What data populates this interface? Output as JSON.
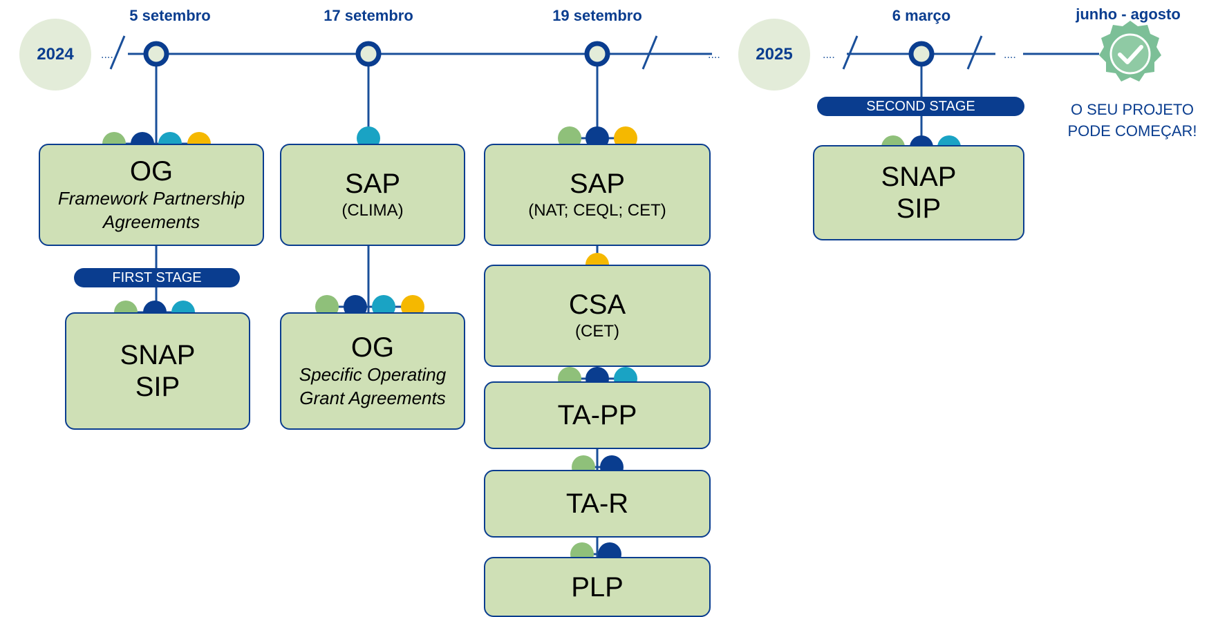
{
  "colors": {
    "line": "#1a4f9a",
    "green": "#8fc07a",
    "navy": "#0a3d8f",
    "teal": "#1aa3c4",
    "amber": "#f5b800",
    "box": "#cfe0b6",
    "badge": "#7cbf97"
  },
  "years": {
    "y2024": "2024",
    "y2025": "2025"
  },
  "dates": {
    "d1": "5 setembro",
    "d2": "17 setembro",
    "d3": "19 setembro",
    "d4": "6 março",
    "d5": "junho - agosto"
  },
  "stages": {
    "first": "FIRST STAGE",
    "second": "SECOND STAGE"
  },
  "boxes": {
    "og_fpa": {
      "title": "OG",
      "sub1": "Framework Partnership",
      "sub2": "Agreements"
    },
    "snap_sip_1": {
      "l1": "SNAP",
      "l2": "SIP"
    },
    "sap_clima": {
      "title": "SAP",
      "sub": "(CLIMA)"
    },
    "og_sga": {
      "title": "OG",
      "sub1": "Specific Operating",
      "sub2": "Grant Agreements"
    },
    "sap_nat": {
      "title": "SAP",
      "sub": "(NAT; CEQL; CET)"
    },
    "csa": {
      "title": "CSA",
      "sub": "(CET)"
    },
    "ta_pp": {
      "title": "TA-PP"
    },
    "ta_r": {
      "title": "TA-R"
    },
    "plp": {
      "title": "PLP"
    },
    "snap_sip_2": {
      "l1": "SNAP",
      "l2": "SIP"
    }
  },
  "final_message": {
    "line1": "O SEU PROJETO",
    "line2": "PODE COMEÇAR!"
  },
  "icons": {
    "milestone": "milestone-node-icon",
    "badge": "check-badge-icon"
  }
}
